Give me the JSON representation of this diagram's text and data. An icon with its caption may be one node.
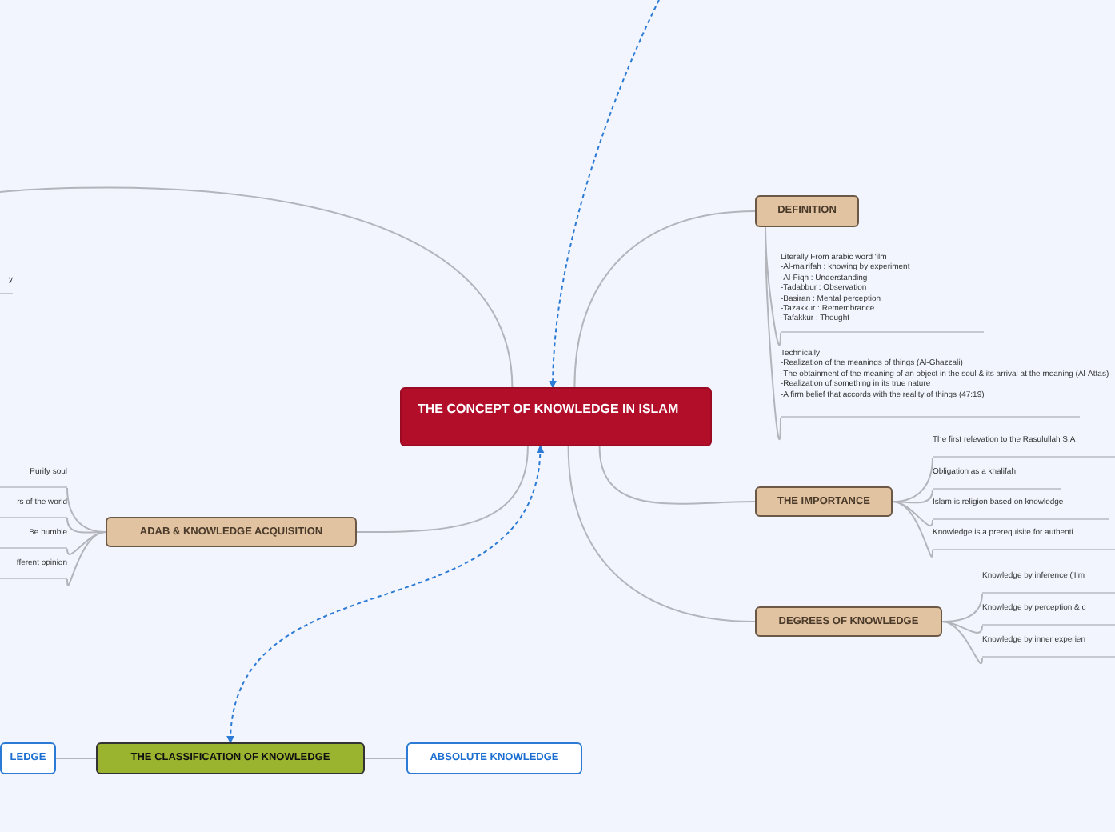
{
  "diagram": {
    "nodes": [
      {
        "text": [
          "THE CONCEPT OF KNOWLEDGE IN ISLAM"
        ]
      },
      {
        "text": [
          "DEFINITION"
        ]
      },
      {
        "text": [
          "Literally From arabic word 'ilm",
          "-Al-ma'rifah : knowing by experiment",
          "-Al-Fiqh : Understanding",
          "-Tadabbur : Observation",
          "-Basiran : Mental perception",
          "-Tazakkur : Remembrance",
          "-Tafakkur : Thought"
        ]
      },
      {
        "text": [
          "Technically",
          "-Realization of the meanings of things (Al-Ghazzali)",
          "-The obtainment of the meaning of an object in the soul & its arrival at the meaning (Al-Attas)",
          "-Realization of something in its true nature",
          "-A firm belief that accords with the reality of things (47:19)"
        ]
      },
      {
        "text": [
          "THE IMPORTANCE"
        ]
      },
      {
        "text": [
          "The first relevation to the Rasulullah S.A"
        ]
      },
      {
        "text": [
          "Obligation as a khalifah"
        ]
      },
      {
        "text": [
          "Islam is religion based on knowledge"
        ]
      },
      {
        "text": [
          "Knowledge is a prerequisite for authenti"
        ]
      },
      {
        "text": [
          "DEGREES OF KNOWLEDGE"
        ]
      },
      {
        "text": [
          "Knowledge by inference ('Ilm"
        ]
      },
      {
        "text": [
          "Knowledge by perception & c"
        ]
      },
      {
        "text": [
          "Knowledge by inner experien"
        ]
      },
      {
        "text": [
          "ADAB & KNOWLEDGE ACQUISITION"
        ]
      },
      {
        "text": [
          "Purify soul"
        ]
      },
      {
        "text": [
          "rs of the world"
        ]
      },
      {
        "text": [
          "Be humble"
        ]
      },
      {
        "text": [
          "fferent opinion"
        ]
      },
      {
        "text": [
          "THE CLASSIFICATION OF KNOWLEDGE"
        ]
      },
      {
        "text": [
          "LEDGE"
        ]
      },
      {
        "text": [
          "ABSOLUTE KNOWLEDGE"
        ]
      },
      {
        "text": [
          "y"
        ]
      }
    ],
    "edges": [
      {
        "from": 0,
        "to": 1,
        "arrow": "none"
      },
      {
        "from": 1,
        "to": 2,
        "arrow": "none"
      },
      {
        "from": 1,
        "to": 3,
        "arrow": "none"
      },
      {
        "from": 0,
        "to": 4,
        "arrow": "none"
      },
      {
        "from": 4,
        "to": 5,
        "arrow": "none"
      },
      {
        "from": 4,
        "to": 6,
        "arrow": "none"
      },
      {
        "from": 4,
        "to": 7,
        "arrow": "none"
      },
      {
        "from": 4,
        "to": 8,
        "arrow": "none"
      },
      {
        "from": 0,
        "to": 9,
        "arrow": "none"
      },
      {
        "from": 9,
        "to": 10,
        "arrow": "none"
      },
      {
        "from": 9,
        "to": 11,
        "arrow": "none"
      },
      {
        "from": 9,
        "to": 12,
        "arrow": "none"
      },
      {
        "from": 0,
        "to": 13,
        "arrow": "none"
      },
      {
        "from": 13,
        "to": 14,
        "arrow": "none"
      },
      {
        "from": 13,
        "to": 15,
        "arrow": "none"
      },
      {
        "from": 13,
        "to": 16,
        "arrow": "none"
      },
      {
        "from": 13,
        "to": 17,
        "arrow": "none"
      },
      {
        "from": 18,
        "to": 19,
        "arrow": "none"
      },
      {
        "from": 18,
        "to": 20,
        "arrow": "none"
      },
      {
        "from": 0,
        "to": 18,
        "arrow": "both",
        "style": "dashed",
        "color": "#2b7bd6"
      },
      {
        "from": null,
        "to": 0,
        "arrow": "to",
        "style": "dashed",
        "color": "#2b7bd6"
      },
      {
        "from": 0,
        "to": null,
        "arrow": "none"
      }
    ]
  }
}
